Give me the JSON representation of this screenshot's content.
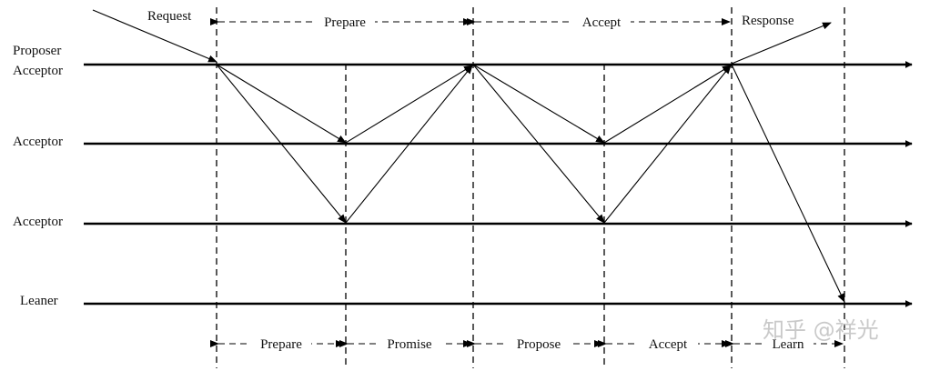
{
  "diagram": {
    "roles": {
      "proposer": "Proposer",
      "acceptor_1": "Acceptor",
      "acceptor_2": "Acceptor",
      "acceptor_3": "Acceptor",
      "leaner": "Leaner"
    },
    "top_labels": {
      "request": "Request",
      "prepare": "Prepare",
      "accept": "Accept",
      "response": "Response"
    },
    "bottom_phases": {
      "prepare": "Prepare",
      "promise": "Promise",
      "propose": "Propose",
      "accept": "Accept",
      "learn": "Learn"
    },
    "watermark": "知乎 @祥光"
  }
}
